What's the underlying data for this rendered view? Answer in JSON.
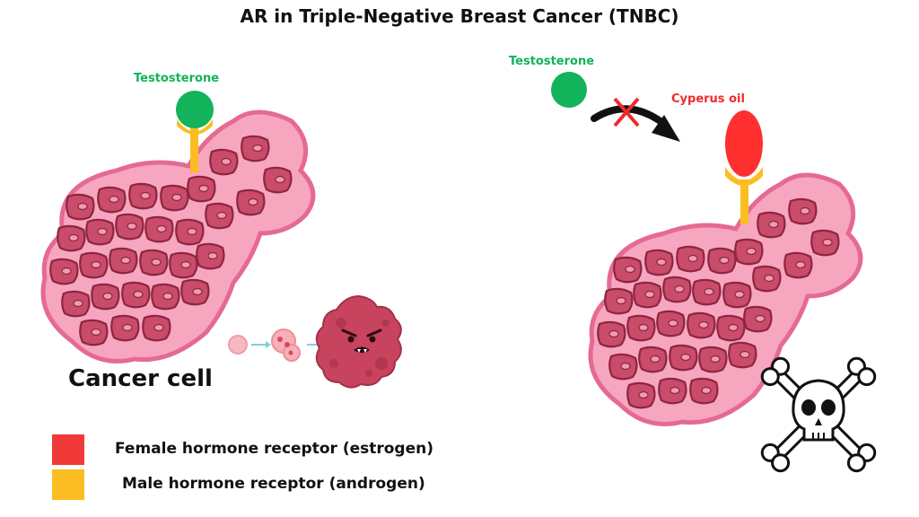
{
  "title": "AR in Triple-Negative Breast Cancer (TNBC)",
  "left_panel": {
    "ligand_label": "Testosterone",
    "cell_label": "Cancer cell"
  },
  "right_panel": {
    "ligand_label": "Testosterone",
    "blocker_label": "Cyperus oil"
  },
  "legend": [
    {
      "label": "Female hormone receptor (estrogen)",
      "color": "#f03a3a"
    },
    {
      "label": "Male hormone receptor (androgen)",
      "color": "#fbbd22"
    }
  ],
  "colors": {
    "testosterone": "#12b35a",
    "cyperus_oil": "#ff3030",
    "receptor": "#fbbd22",
    "tumor_fill": "#f7a6bf",
    "tumor_edge": "#e56a92",
    "cell_fill": "#c94c6a",
    "cell_edge": "#8e2641"
  }
}
